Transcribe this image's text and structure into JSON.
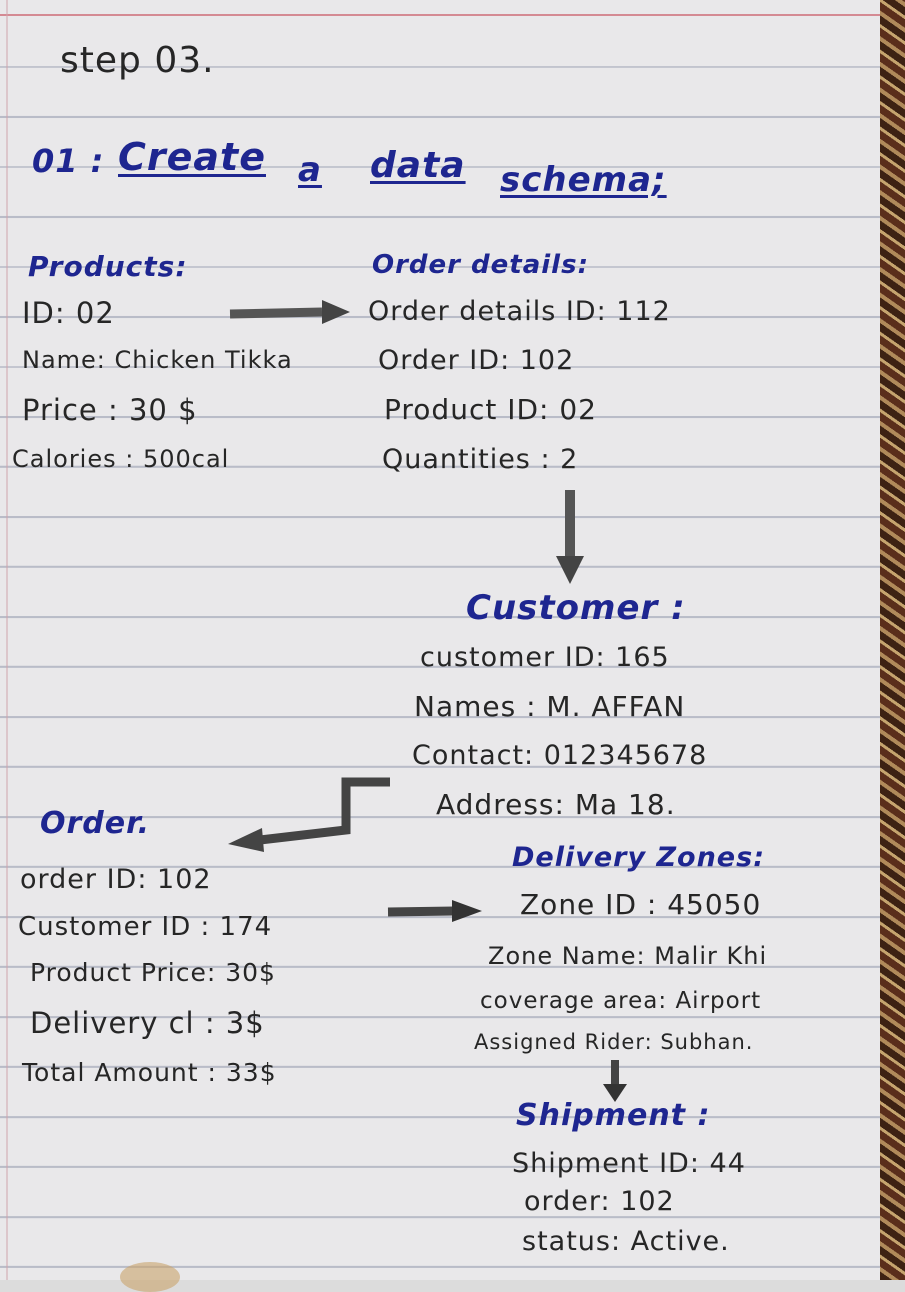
{
  "heading": {
    "step": "step 03.",
    "number": "01 :",
    "words": [
      "Create",
      "a",
      "data",
      "schema;"
    ]
  },
  "products": {
    "title": "Products:",
    "lines": [
      "ID: 02",
      "Name: Chicken Tikka",
      "Price : 30 $",
      "Calories : 500cal"
    ]
  },
  "order_details": {
    "title": "Order details:",
    "lines": [
      "Order details ID: 112",
      "Order ID: 102",
      "Product ID: 02",
      "Quantities : 2"
    ]
  },
  "customer": {
    "title": "Customer :",
    "lines": [
      "customer ID: 165",
      "Names : M. AFFAN",
      "Contact: 012345678",
      "Address: Ma 18."
    ]
  },
  "orders": {
    "title": "Order.",
    "lines": [
      "order ID: 102",
      "Customer ID : 174",
      "Product Price: 30$",
      "Delivery cl : 3$",
      "Total Amount : 33$"
    ]
  },
  "delivery_zones": {
    "title": "Delivery Zones:",
    "lines": [
      "Zone ID : 45050",
      "Zone Name: Malir Khi",
      "coverage area: Airport",
      "Assigned Rider: Subhan."
    ]
  },
  "shipment": {
    "title": "Shipment :",
    "lines": [
      "Shipment ID: 44",
      "order: 102",
      "status: Active."
    ]
  },
  "colors": {
    "ink_blue": "#1e2690",
    "pencil": "#262626",
    "paper": "#e9e8ea",
    "rule": "#b9bcc8"
  }
}
